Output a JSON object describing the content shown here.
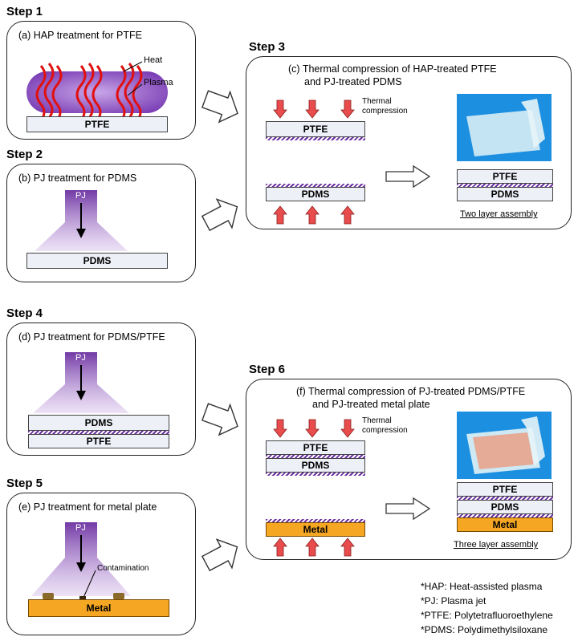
{
  "steps": {
    "s1": "Step 1",
    "s2": "Step 2",
    "s3": "Step 3",
    "s4": "Step 4",
    "s5": "Step 5",
    "s6": "Step 6"
  },
  "panels": {
    "a": "(a) HAP treatment for PTFE",
    "b": "(b) PJ treatment for PDMS",
    "c1": "(c) Thermal compression of HAP-treated PTFE",
    "c2": "and PJ-treated PDMS",
    "d": "(d) PJ treatment for PDMS/PTFE",
    "e": "(e) PJ treatment for metal plate",
    "f1": "(f) Thermal compression of PJ-treated PDMS/PTFE",
    "f2": "and PJ-treated metal plate"
  },
  "labels": {
    "heat": "Heat",
    "plasma": "Plasma",
    "pj": "PJ",
    "ptfe": "PTFE",
    "pdms": "PDMS",
    "metal": "Metal",
    "thermal1": "Thermal",
    "thermal2": "compression",
    "contamination": "Contamination",
    "two_layer": "Two layer assembly",
    "three_layer": "Three layer assembly"
  },
  "footnotes": [
    "*HAP: Heat-assisted plasma",
    "*PJ: Plasma jet",
    "*PTFE: Polytetrafluoroethylene",
    "*PDMS: Polydimethylsiloxane"
  ],
  "colors": {
    "plasma": "#7b3fb5",
    "heat": "#e01010",
    "arrow_red": "#e84c4c",
    "metal": "#f5a623",
    "hatch": "#6a2fa0"
  }
}
